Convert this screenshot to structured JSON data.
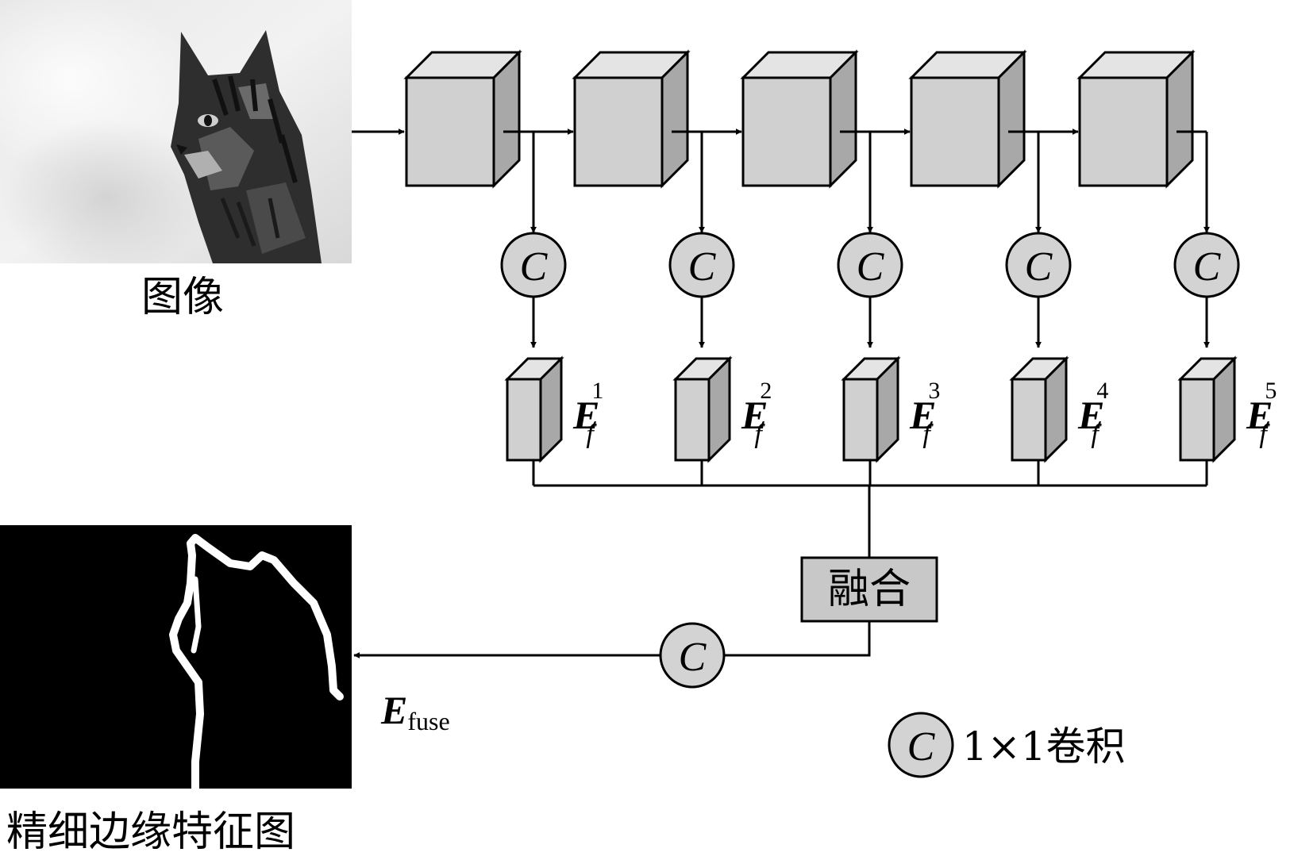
{
  "input_image": {
    "caption": "图像"
  },
  "output_image": {
    "caption": "精细边缘特征图"
  },
  "fusion_box": {
    "label": "融合"
  },
  "conv_symbol": "C",
  "legend": {
    "symbol": "C",
    "text": "1×1卷积"
  },
  "side_outputs": [
    {
      "base": "E",
      "sub": "f",
      "sup": "1"
    },
    {
      "base": "E",
      "sub": "f",
      "sup": "2"
    },
    {
      "base": "E",
      "sub": "f",
      "sup": "3"
    },
    {
      "base": "E",
      "sub": "f",
      "sup": "4"
    },
    {
      "base": "E",
      "sub": "f",
      "sup": "5"
    }
  ],
  "fuse_output": {
    "base": "E",
    "sub": "fuse"
  },
  "colors": {
    "block_front": "#d0d0d0",
    "block_top": "#e4e4e4",
    "block_side": "#a8a8a8",
    "conv_fill": "#d3d3d3",
    "fusion_fill": "#c8c8c8",
    "edge_bg": "#000000",
    "edge_line": "#ffffff",
    "stroke": "#000000"
  }
}
